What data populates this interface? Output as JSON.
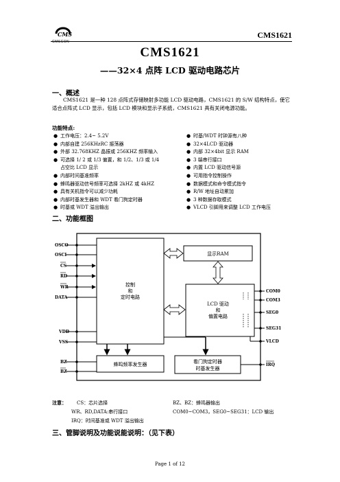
{
  "header": {
    "logo_text": "CMSCON",
    "doc_code": "CMS1621"
  },
  "title": {
    "main": "CMS1621",
    "subtitle": "——32×4 点阵 LCD 驱动电路芯片"
  },
  "section1": {
    "heading": "一、概述",
    "paragraph": "CMS1621 是一种 128 点阵式存储映射多功能 LCD 驱动电路，CMS1621 的 S/W 结构特点，使它适合点阵式 LCD 显示，包括 LCD 模块和显示子系统，CMS1621 具有关闭电源功能。",
    "features_heading": "功能特点:",
    "features_left": [
      "工作电压：2.4~ 5.2V",
      "内部自建 256KHzRC 振荡器",
      "外部 32.768KHZ 晶振或 256KHZ 频率输入",
      "可选择 1/ 2 或 1/3 偏置，和 1/2、1/3 或 1/4",
      "占空比 LCD 显示",
      "内部时间基准频率",
      "蜂鸣器驱动信号频率可选择 2kHZ 或 4kHZ",
      "具有关机指令可以减少功耗",
      "内部时基发生器和 WDT 看门狗定时器",
      "时基或 WDT 溢出输出"
    ],
    "features_right": [
      "时基/WDT 时钟源有八种",
      "32×4LCD 驱动器",
      "内部 32×4bit 显示 RAM",
      "3 端串行接口",
      "内置 LCD 驱动信号源",
      "可用指令控制操作",
      "数据模式和命令模式指令",
      "R/W 地址自动累加",
      "3 种数据存取模式",
      "VLCD 引脚用来调整 LCD 工作电压"
    ]
  },
  "section2": {
    "heading": "二、功能框图",
    "blocks": {
      "control": [
        "控制",
        "和",
        "定时电路"
      ],
      "ram": "显示RAM",
      "lcd": [
        "LCD 驱动",
        "和",
        "偏置电路"
      ],
      "buzzer": "蜂鸣频率发生器",
      "wdt": [
        "看门狗定时器",
        "时基发生器"
      ]
    },
    "left_pins": [
      "OSCO",
      "OSCI",
      "CS",
      "RD",
      "WR",
      "DATA",
      "VDD",
      "VSS",
      "BZ",
      "BZ"
    ],
    "right_pins": [
      "COM0",
      "COM3",
      "SEG0",
      "SEG31",
      "VLCD",
      "IRQ"
    ]
  },
  "notes": {
    "label": "注意：",
    "lines": [
      [
        "CS：芯片选择",
        "BZ、BZ：蜂鸣器输出"
      ],
      [
        "WR、RD,DATA:串行接口",
        "COM0~COM3，SEG0~SEG31：LCD 输出"
      ],
      [
        "IRQ：时间基准或 WDT 溢出输出",
        ""
      ]
    ]
  },
  "section3": {
    "heading": "三、管脚说明及功能说能说明：（见下表）"
  },
  "footer": "Page  1  of  12"
}
